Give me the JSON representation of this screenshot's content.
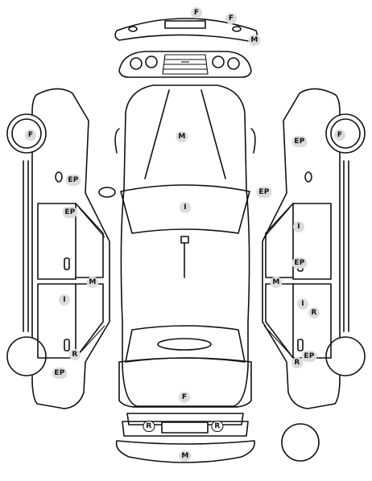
{
  "diagram": {
    "badges": [
      {
        "id": "front-bumper-top",
        "text": "F"
      },
      {
        "id": "front-bumper-right",
        "text": "F"
      },
      {
        "id": "front-bumper-m",
        "text": "M"
      },
      {
        "id": "hood",
        "text": "M"
      },
      {
        "id": "left-front-wheel",
        "text": "F"
      },
      {
        "id": "left-fender",
        "text": "EP"
      },
      {
        "id": "left-front-door-top",
        "text": "EP"
      },
      {
        "id": "left-pillar",
        "text": "M"
      },
      {
        "id": "left-rear-door",
        "text": "I"
      },
      {
        "id": "left-rear-handle",
        "text": "R"
      },
      {
        "id": "left-rear-wheel",
        "text": "EP"
      },
      {
        "id": "windshield-mirror",
        "text": "EP"
      },
      {
        "id": "roof",
        "text": "I"
      },
      {
        "id": "trunk",
        "text": "F"
      },
      {
        "id": "rear-bumper-left",
        "text": "R"
      },
      {
        "id": "rear-bumper-right",
        "text": "R"
      },
      {
        "id": "rear-bumper-bottom",
        "text": "M"
      },
      {
        "id": "right-fender",
        "text": "EP"
      },
      {
        "id": "right-front-wheel",
        "text": "F"
      },
      {
        "id": "right-front-door",
        "text": "I"
      },
      {
        "id": "right-front-door-handle",
        "text": "EP"
      },
      {
        "id": "right-pillar",
        "text": "M"
      },
      {
        "id": "right-rear-door",
        "text": "I"
      },
      {
        "id": "right-rear-door-r",
        "text": "R"
      },
      {
        "id": "right-rear-handle",
        "text": "R"
      },
      {
        "id": "right-rear-wheel",
        "text": "EP"
      }
    ]
  }
}
